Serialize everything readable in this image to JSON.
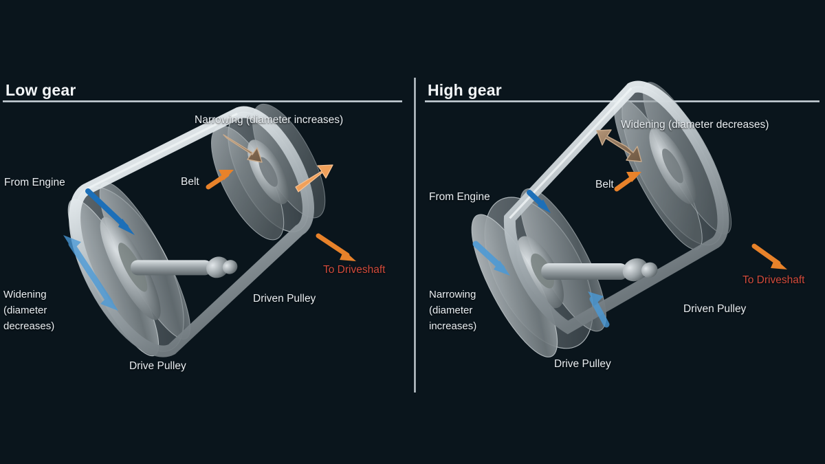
{
  "background_color": "#0a151c",
  "colors": {
    "text": "#e9eef2",
    "rule": "#dfe6ea",
    "engine_arrow_blue": "#1c6fb8",
    "adjust_arrow_lightblue": "#4a9ad8",
    "adjust_arrow_tan": "#8a7058",
    "belt_arrow_orange": "#e8822a",
    "driveshaft_text_red": "#d24b3c",
    "metal_light": "#d8dde0",
    "metal_mid": "#9aa2a6",
    "metal_dark": "#5b6468"
  },
  "panels": [
    {
      "id": "low",
      "title": "Low gear",
      "labels": {
        "top_note": "Narrowing (diameter increases)",
        "from_engine": "From Engine",
        "belt": "Belt",
        "to_driveshaft": "To Driveshaft",
        "driven_pulley": "Driven Pulley",
        "drive_pulley": "Drive Pulley",
        "bottom_note_line1": "Widening",
        "bottom_note_line2": "(diameter",
        "bottom_note_line3": "decreases)"
      }
    },
    {
      "id": "high",
      "title": "High gear",
      "labels": {
        "top_note": "Widening (diameter decreases)",
        "from_engine": "From Engine",
        "belt": "Belt",
        "to_driveshaft": "To Driveshaft",
        "driven_pulley": "Driven Pulley",
        "drive_pulley": "Drive Pulley",
        "bottom_note_line1": "Narrowing",
        "bottom_note_line2": "(diameter",
        "bottom_note_line3": "increases)"
      }
    }
  ],
  "icons": {
    "engine_arrow": "arrow-down-right-icon",
    "driveshaft_arrow": "arrow-down-right-icon",
    "belt_arrow": "arrow-up-left-icon",
    "narrowing_arrow": "arrow-down-right-icon",
    "widening_arrow": "double-headed-arrow-icon"
  }
}
